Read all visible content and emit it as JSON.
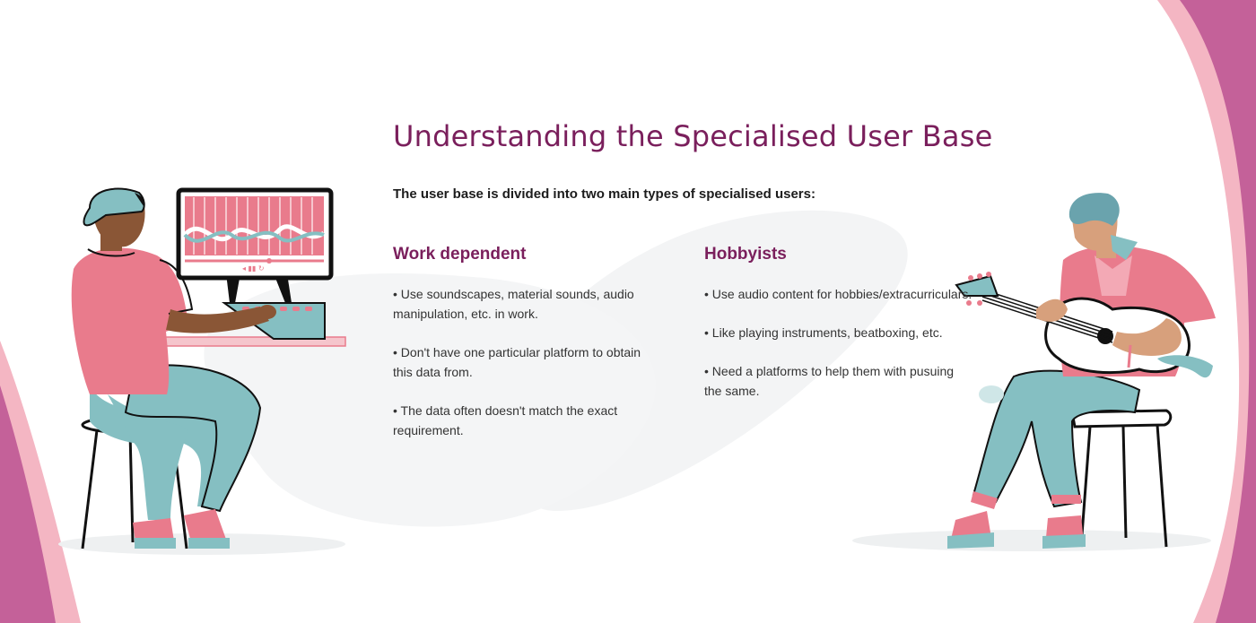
{
  "title": "Understanding the Specialised User Base",
  "subtitle": "The user base is divided into two main types of specialised users:",
  "groups": [
    {
      "heading": "Work dependent",
      "points": [
        "• Use soundscapes, material sounds, audio manipulation, etc. in work.",
        "• Don't have one particular platform to obtain this data from.",
        "• The data often doesn't match the exact requirement."
      ]
    },
    {
      "heading": "Hobbyists",
      "points": [
        "• Use audio content for hobbies/extracurriculars.",
        "• Like playing instruments, beatboxing, etc.",
        "• Need a platforms to help them with pusuing the same."
      ]
    }
  ],
  "colors": {
    "accent": "#7a1f5c",
    "pink": "#e97b8c",
    "teal": "#85bfc2",
    "skin": "#8a5636",
    "blob": "#f3f4f5",
    "wave": "#c0568f"
  },
  "illustrations": [
    "sound-designer-at-computer",
    "guitarist-on-stool"
  ]
}
